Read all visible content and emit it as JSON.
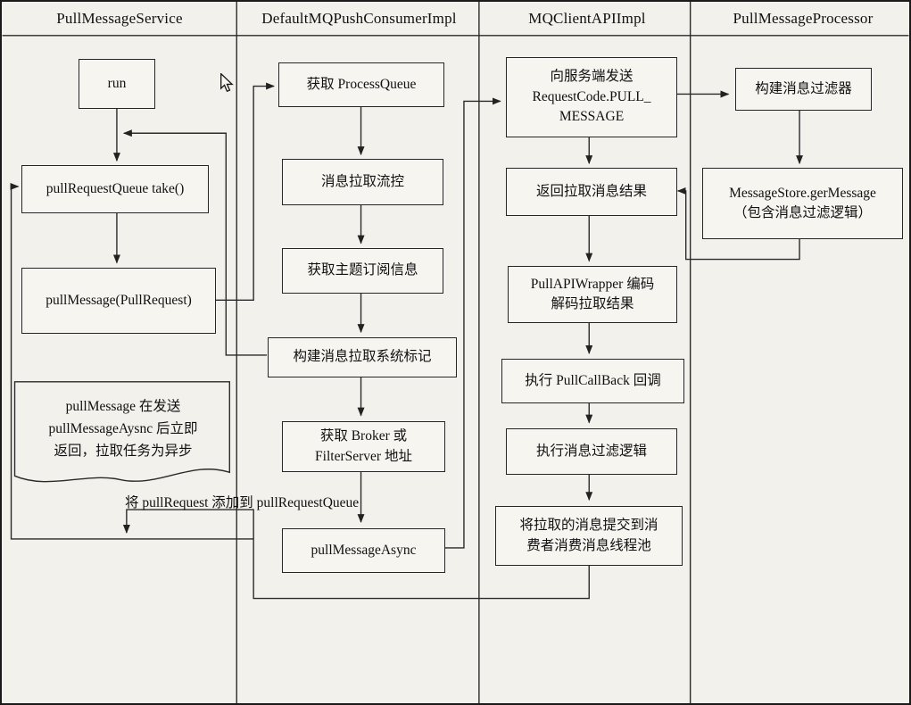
{
  "colors": {
    "background": "#f2f1ec",
    "line": "#222222",
    "box_fill": "#f6f5f0"
  },
  "lanes": [
    {
      "title": "PullMessageService"
    },
    {
      "title": "DefaultMQPushConsumerImpl"
    },
    {
      "title": "MQClientAPIImpl"
    },
    {
      "title": "PullMessageProcessor"
    }
  ],
  "nodes": {
    "run": "run",
    "take": "pullRequestQueue take()",
    "pull_message": "pullMessage(PullRequest)",
    "note": "pullMessage 在发送\npullMessageAysnc 后立即\n返回，拉取任务为异步",
    "loop_label": "将 pullRequest 添加到 pullRequestQueue",
    "get_process_queue": "获取 ProcessQueue",
    "flow_control": "消息拉取流控",
    "subscription": "获取主题订阅信息",
    "sys_flag": "构建消息拉取系统标记",
    "broker_addr": "获取 Broker 或\nFilterServer 地址",
    "pull_message_async": "pullMessageAsync",
    "send_request": "向服务端发送\nRequestCode.PULL_\nMESSAGE",
    "pull_result": "返回拉取消息结果",
    "wrapper": "PullAPIWrapper 编码\n解码拉取结果",
    "callback": "执行 PullCallBack 回调",
    "filter_logic": "执行消息过滤逻辑",
    "submit_pool": "将拉取的消息提交到消\n费者消费消息线程池",
    "build_filter": "构建消息过滤器",
    "message_store": "MessageStore.gerMessage\n（包含消息过滤逻辑）"
  },
  "icons": {
    "mouse_cursor": "mouse-pointer-arrow"
  }
}
